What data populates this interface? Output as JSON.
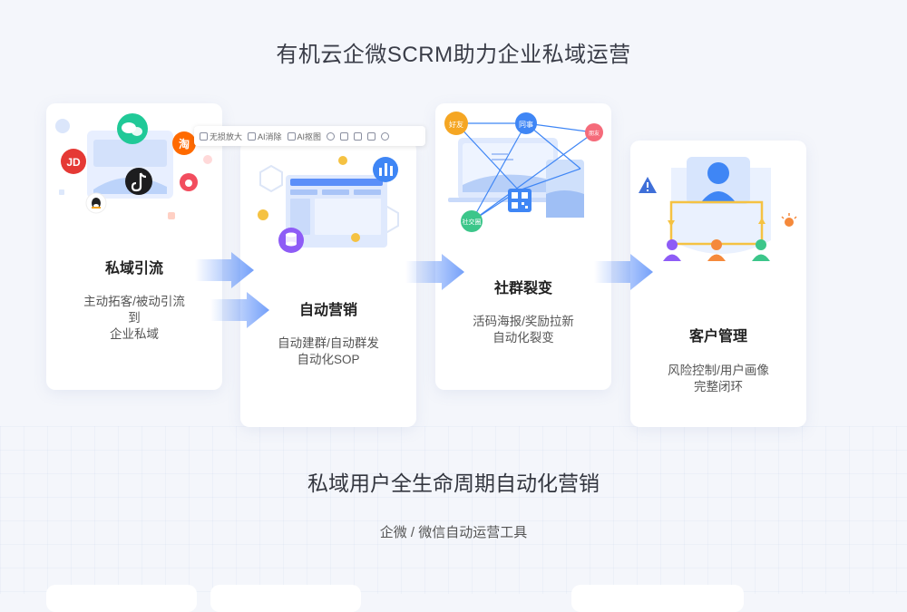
{
  "page": {
    "title": "有机云企微SCRM助力企业私域运营",
    "section_title": "私域用户全生命周期自动化营销",
    "section_subtitle": "企微 / 微信自动运营工具"
  },
  "toolbar": {
    "items": [
      "无损放大",
      "AI消除",
      "AI抠图"
    ]
  },
  "cards": [
    {
      "title": "私域引流",
      "desc": [
        "主动拓客/被动引流",
        "到",
        "企业私域"
      ]
    },
    {
      "title": "自动营销",
      "desc": [
        "自动建群/自动群发",
        "自动化SOP"
      ]
    },
    {
      "title": "社群裂变",
      "desc": [
        "活码海报/奖励拉新",
        "自动化裂变"
      ]
    },
    {
      "title": "客户管理",
      "desc": [
        "风险控制/用户画像",
        "完整闭环"
      ]
    }
  ],
  "illustration_labels": {
    "jd": "JD",
    "taobao": "淘",
    "node_top_left": "好友",
    "node_top_mid": "同事",
    "node_right": "朋友",
    "node_bottom": "社交圈"
  },
  "colors": {
    "accent_blue": "#3f86f5",
    "arrow_blue": "#5b8ff9",
    "green": "#2ec98a",
    "orange": "#f5a623",
    "red": "#ef4444"
  }
}
